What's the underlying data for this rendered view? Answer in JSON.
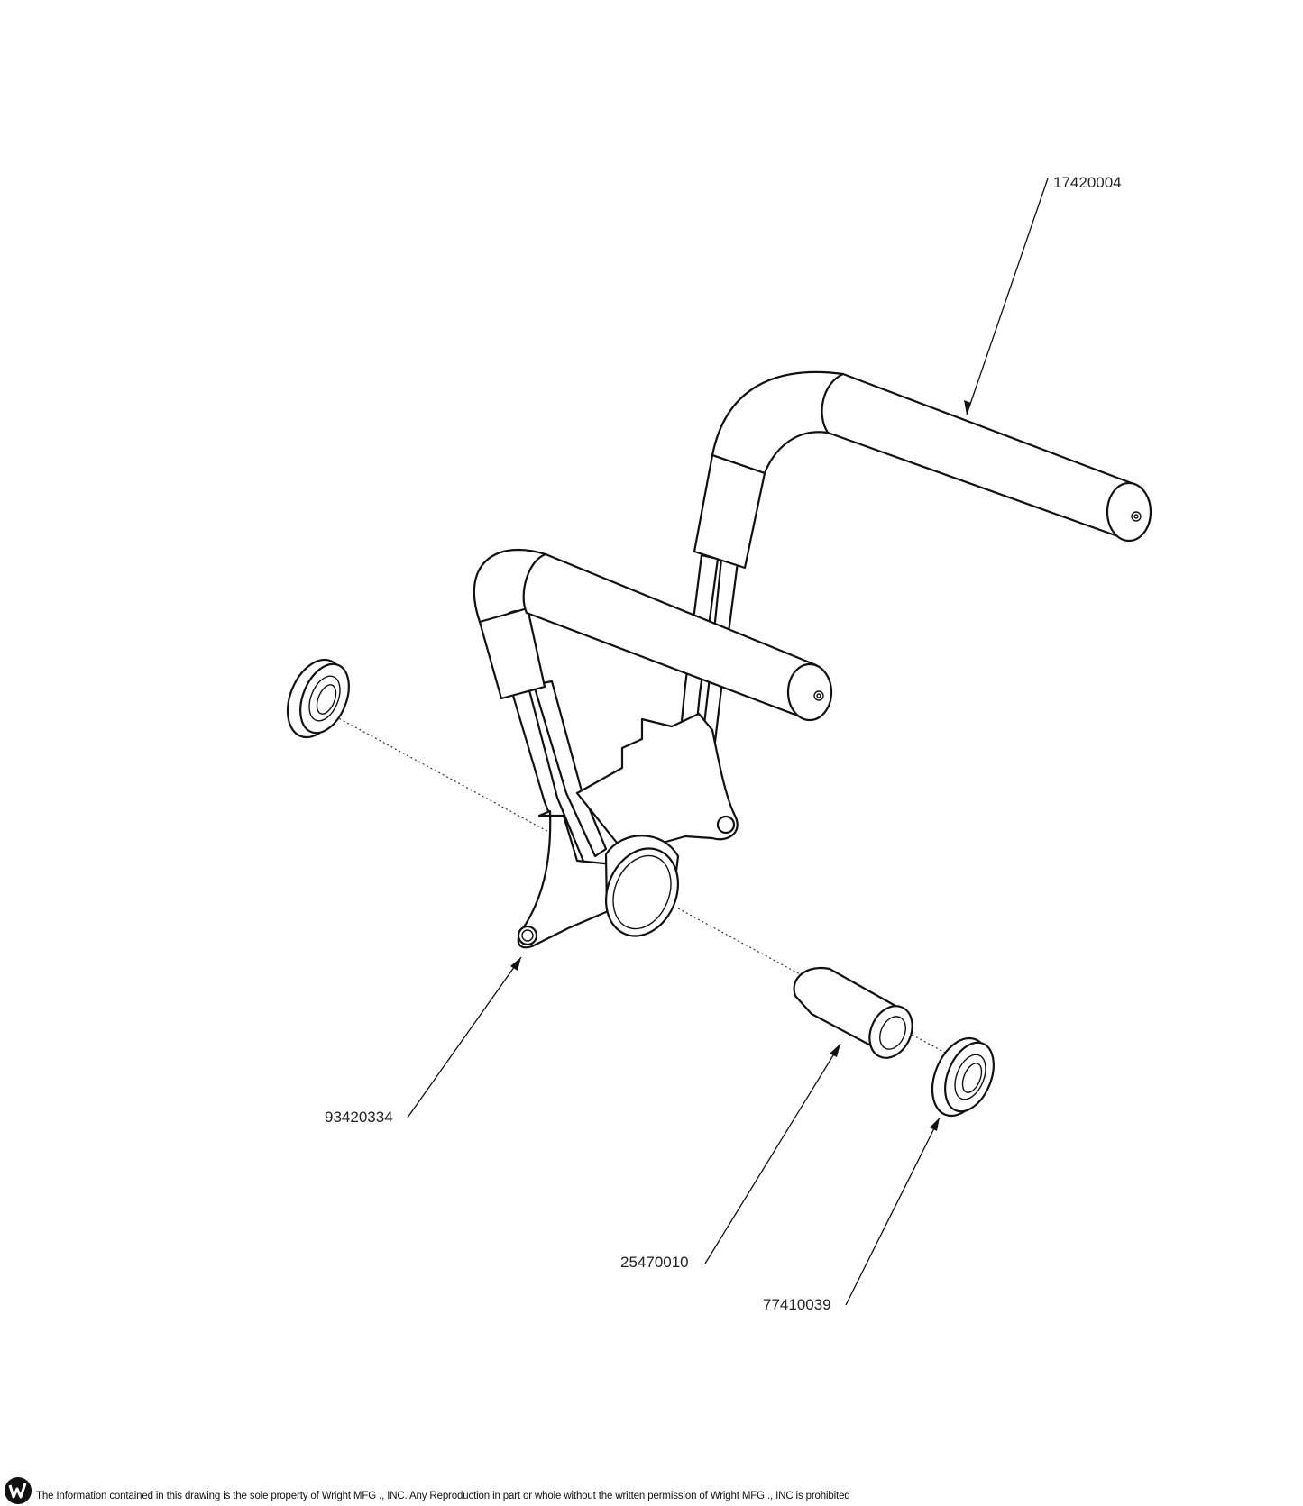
{
  "diagram": {
    "callouts": [
      {
        "id": "handle-rear",
        "label": "17420004"
      },
      {
        "id": "pivot-bracket",
        "label": "93420334"
      },
      {
        "id": "spacer",
        "label": "25470010"
      },
      {
        "id": "bearing",
        "label": "77410039"
      }
    ]
  },
  "footer": {
    "logo_icon": "wright-logo-icon",
    "notice": "The Information contained in this drawing is the sole property of Wright MFG ., INC. Any Reproduction in part or whole without the written permission of Wright MFG ., INC is prohibited"
  }
}
